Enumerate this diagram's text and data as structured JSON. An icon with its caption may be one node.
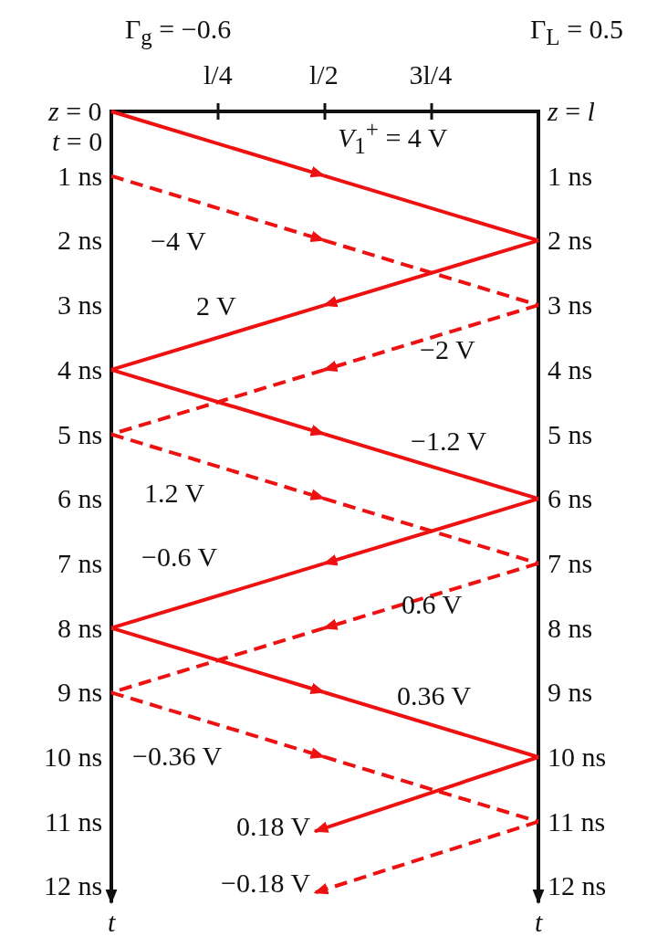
{
  "diagram": {
    "labels": [
      "Γ$_{g}$ = −0.6",
      "Γ$_{L}$ = 0.5",
      "l/4",
      "l/2",
      "3l/4",
      "*z* = 0",
      "*z* = *l*",
      "*t* = 0",
      "1 ns",
      "*V*$_{1}$$^{+}$ = 4 V",
      "1 ns",
      "2 ns",
      "−4 V",
      "2 ns",
      "3 ns",
      "2 V",
      "3 ns",
      "4 ns",
      "−2 V",
      "4 ns",
      "5 ns",
      "−1.2 V",
      "5 ns",
      "6 ns",
      "1.2 V",
      "6 ns",
      "7 ns",
      "−0.6 V",
      "7 ns",
      "8 ns",
      "0.6 V",
      "8 ns",
      "9 ns",
      "0.36 V",
      "9 ns",
      "10 ns",
      "−0.36 V",
      "10 ns",
      "11 ns",
      "0.18 V",
      "11 ns",
      "12 ns",
      "−0.18 V",
      "12 ns",
      "*t*",
      "*t*"
    ]
  }
}
